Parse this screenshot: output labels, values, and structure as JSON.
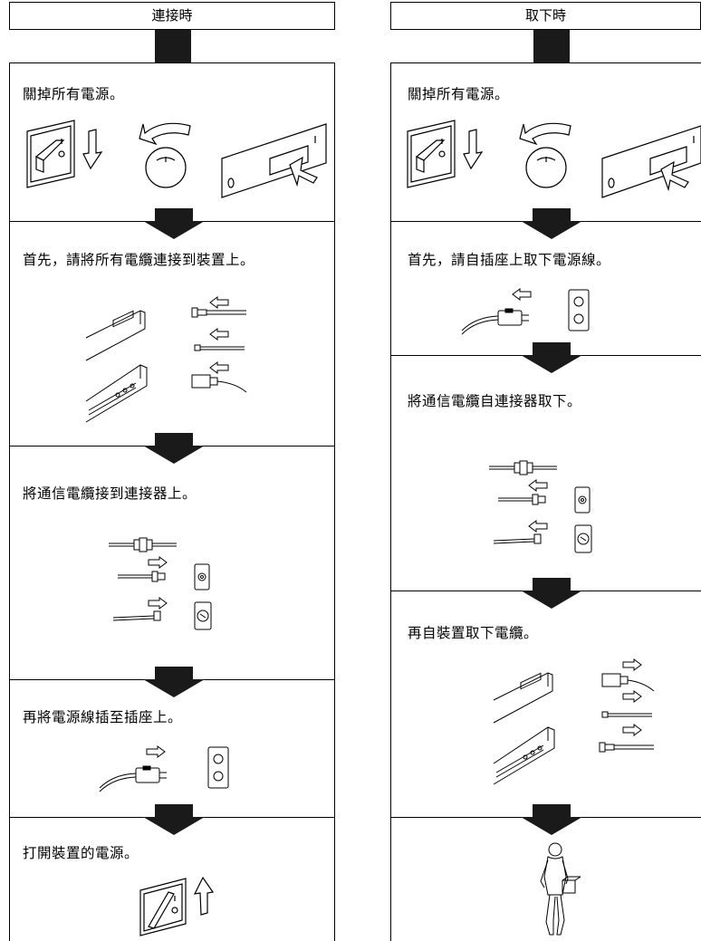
{
  "left": {
    "header": "連接時",
    "steps": [
      "關掉所有電源。",
      "首先，請將所有電纜連接到裝置上。",
      "將通信電纜接到連接器上。",
      "再將電源線插至插座上。",
      "打開裝置的電源。"
    ]
  },
  "right": {
    "header": "取下時",
    "steps": [
      "關掉所有電源。",
      "首先，請自插座上取下電源線。",
      "將通信電纜自連接器取下。",
      "再自裝置取下電纜。"
    ]
  }
}
